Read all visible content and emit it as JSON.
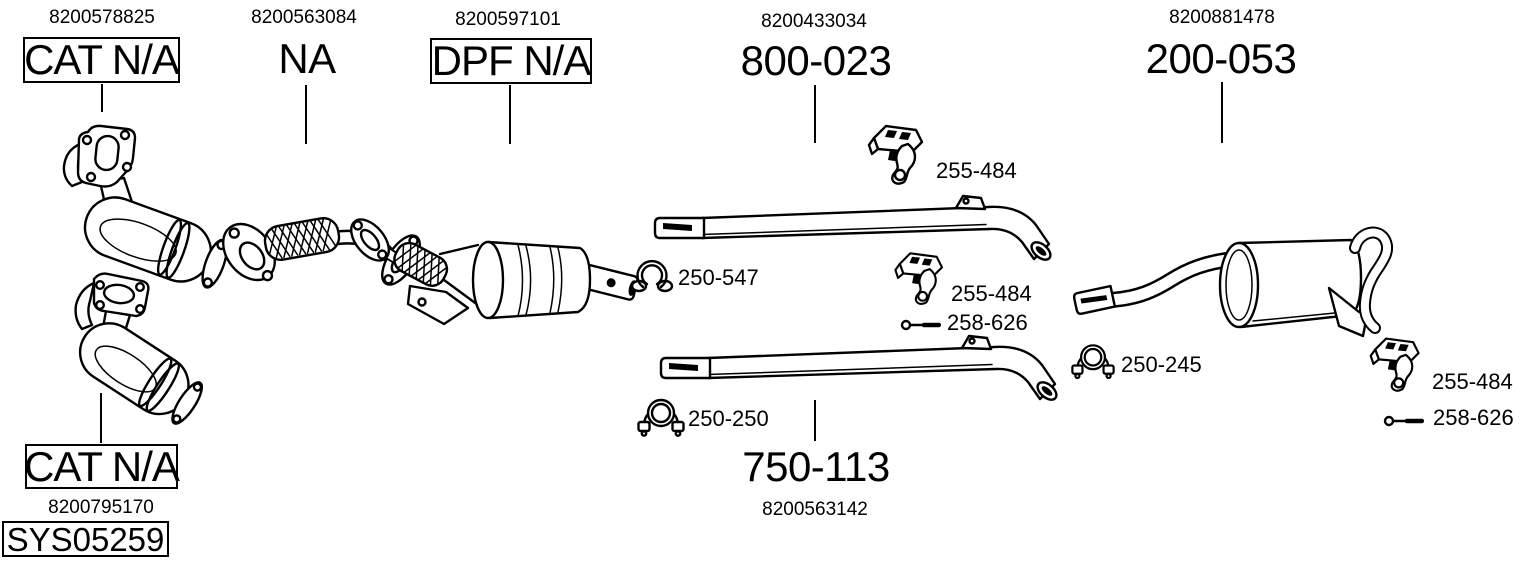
{
  "diagram": {
    "background": "#ffffff",
    "ink": "#000000",
    "type": "exhaust-system-parts-diagram"
  },
  "sections": {
    "cat_front": {
      "ref": "8200578825",
      "code": "CAT N/A"
    },
    "flex_pipe": {
      "ref": "8200563084",
      "code": "NA"
    },
    "dpf": {
      "ref": "8200597101",
      "code": "DPF N/A"
    },
    "centre_pipe": {
      "ref": "8200433034",
      "code": "800-023"
    },
    "rear_silencer": {
      "ref": "8200881478",
      "code": "200-053"
    },
    "cat_rear": {
      "ref": "8200795170",
      "code": "CAT N/A"
    },
    "tail_pipe": {
      "ref": "8200563142",
      "code": "750-113"
    },
    "system": {
      "code": "SYS05259"
    }
  },
  "fittings": {
    "clamp_front": "250-547",
    "hanger_centre_top": "255-484",
    "hanger_centre_mid": "255-484",
    "bolt_centre": "258-626",
    "clamp_tail": "250-250",
    "clamp_rear": "250-245",
    "hanger_rear": "255-484",
    "bolt_rear": "258-626"
  },
  "icons": {
    "catalyst": "catalytic-converter-drawing",
    "flex": "flex-pipe-with-flanges-drawing",
    "dpf": "particulate-filter-drawing",
    "pipe": "exhaust-pipe-drawing",
    "silencer": "rear-silencer-drawing",
    "clamp": "exhaust-clamp-icon",
    "hanger": "rubber-hanger-icon",
    "bolt": "mounting-bolt-icon"
  }
}
